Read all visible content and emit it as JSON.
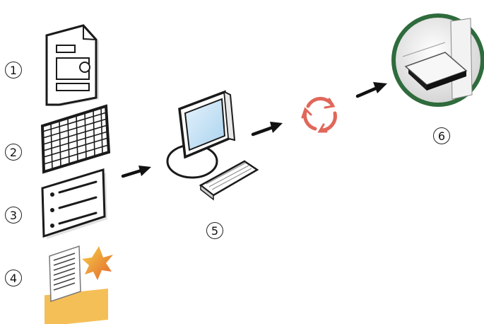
{
  "steps": [
    {
      "label": "1",
      "icon": "document-form-icon"
    },
    {
      "label": "2",
      "icon": "spreadsheet-grid-icon"
    },
    {
      "label": "3",
      "icon": "bulleted-list-icon"
    },
    {
      "label": "4",
      "icon": "document-with-image-icon"
    },
    {
      "label": "5",
      "icon": "computer-icon"
    },
    {
      "label": "6",
      "icon": "output-tray-icon"
    }
  ],
  "colors": {
    "outline": "#1a1a1a",
    "arrow": "#111111",
    "screen": "#cfe7f8",
    "cycle": "#e0675a",
    "highlight": "#f3b43a"
  }
}
